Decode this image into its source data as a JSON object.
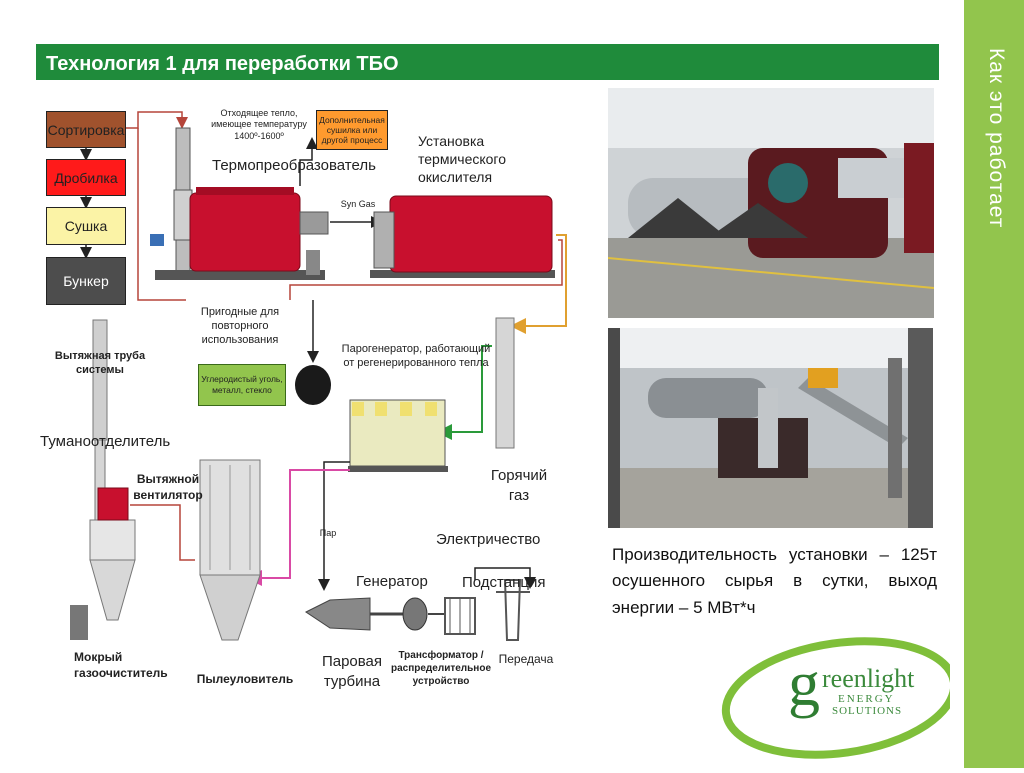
{
  "slide": {
    "title": "Технология 1 для переработки ТБО",
    "side_caption": "Как это работает",
    "accent_color": "#92c54d",
    "title_color": "#1f8b3b"
  },
  "diagram": {
    "sorting": "Сортировка",
    "crusher": "Дробилка",
    "drying": "Сушка",
    "bunker": "Бункер",
    "waste_heat": "Отходящее тепло, имеющее температуру 1400º-1600º",
    "extra_drying": "Дополнительная сушилка или другой процесс",
    "thermoconverter": "Термопреобразователь",
    "thermal_oxidizer": "Установка термического окислителя",
    "syngas": "Syn Gas",
    "reusable": "Пригодные для повторного использования",
    "carbon": "Углеродистый уголь, металл, стекло",
    "steam_generator": "Парогенератор, работающий от регенерированного тепла",
    "exhaust_pipe": "Вытяжная труба системы",
    "mist_separator": "Туманоотделитель",
    "exhaust_fan": "Вытяжной вентилятор",
    "hot_gas": "Горячий газ",
    "steam": "Пар",
    "electricity": "Электричество",
    "generator": "Генератор",
    "substation": "Подстанция",
    "steam_turbine": "Паровая турбина",
    "transformer": "Трансформатор / распределительное устройство",
    "transmission": "Передача",
    "wet_scrubber": "Мокрый газоочиститель",
    "dust_collector": "Пылеуловитель"
  },
  "caption": "Производительность установки – 125т осушенного сырья в сутки, выход энергии –   5 МВт*ч",
  "logo": {
    "big_letter": "g",
    "word": "reenlight",
    "line2": "ENERGY",
    "line3": "SOLUTIONS"
  }
}
